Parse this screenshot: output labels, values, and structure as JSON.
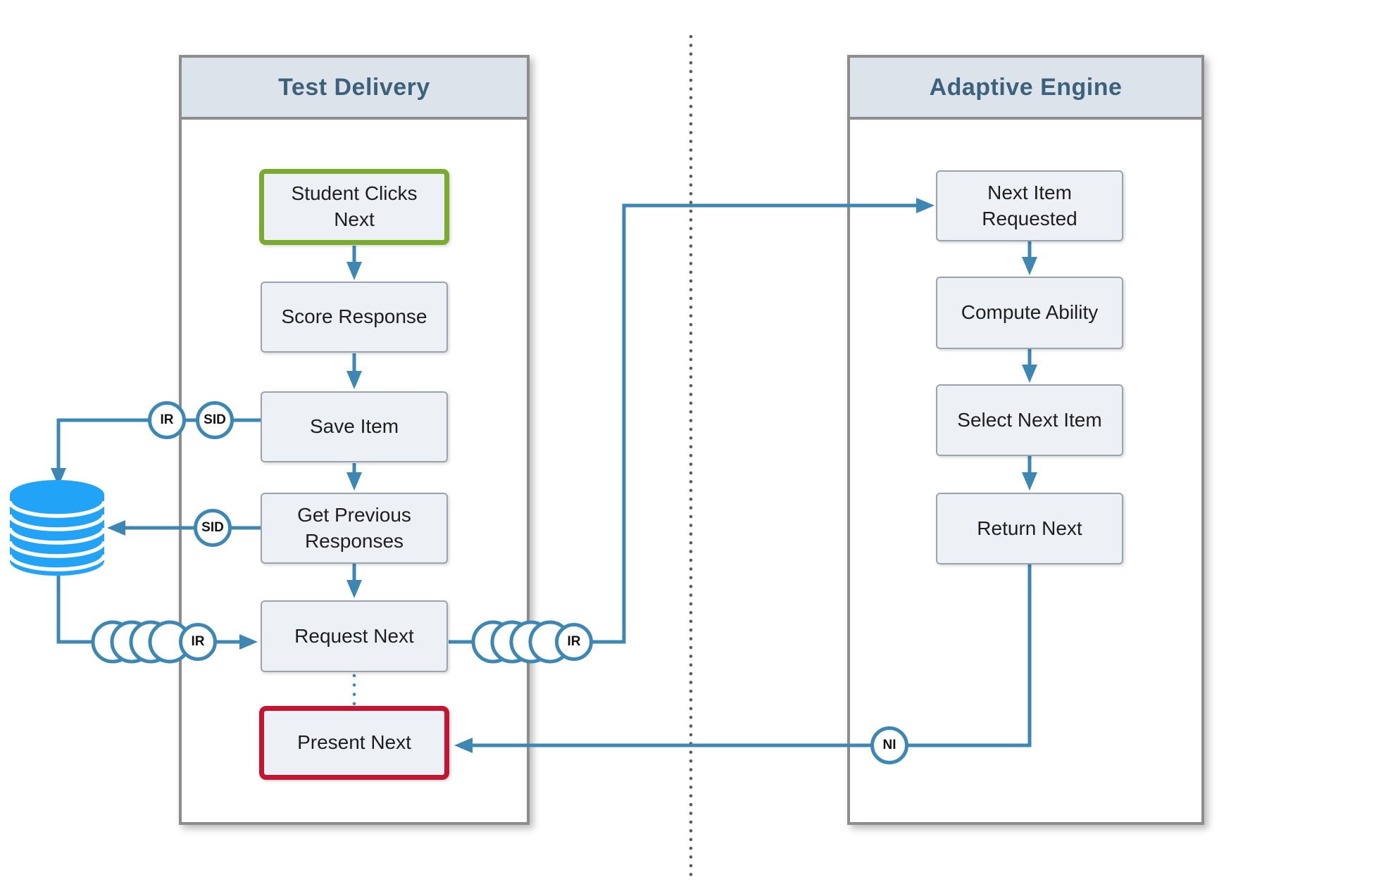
{
  "diagram": {
    "lanes": [
      {
        "title": "Test Delivery"
      },
      {
        "title": "Adaptive Engine"
      }
    ],
    "nodes": {
      "student_clicks_next": {
        "label": "Student Clicks Next",
        "role": "start"
      },
      "score_response": {
        "label": "Score Response",
        "role": "process"
      },
      "save_item": {
        "label": "Save Item",
        "role": "process"
      },
      "get_previous_responses": {
        "label": "Get Previous Responses",
        "role": "process"
      },
      "request_next": {
        "label": "Request Next",
        "role": "process"
      },
      "present_next": {
        "label": "Present Next",
        "role": "end"
      },
      "next_item_requested": {
        "label": "Next Item Requested",
        "role": "process"
      },
      "compute_ability": {
        "label": "Compute Ability",
        "role": "process"
      },
      "select_next_item": {
        "label": "Select Next Item",
        "role": "process"
      },
      "return_next": {
        "label": "Return Next",
        "role": "process"
      }
    },
    "badges": {
      "ir_save": "IR",
      "sid_save": "SID",
      "sid_get": "SID",
      "ir_request_left": "IR",
      "ir_request_right": "IR",
      "ni_return": "NI"
    },
    "icons": {
      "database": "database-icon"
    },
    "colors": {
      "connector_blue": "#3d87b5",
      "database_blue": "#21a3f7",
      "start_border_green": "#7aab2f",
      "end_border_red": "#c41431",
      "lane_border_gray": "#8d8d8d",
      "lane_header_fill": "#dce3ea",
      "lane_title_text": "#3c617a",
      "node_fill": "#edf1f5",
      "node_border": "#9ba4ac",
      "divider_dot_gray": "#5c5c5c"
    }
  }
}
